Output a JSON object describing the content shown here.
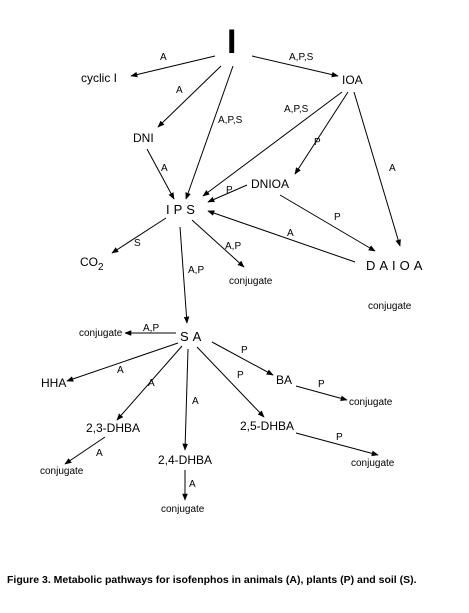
{
  "nodes": {
    "root": "I",
    "cyclic": "cyclic I",
    "ioa": "IOA",
    "dni": "DNI",
    "dnioa": "DNIOA",
    "ips": "IPS",
    "co2_main": "CO",
    "co2_sub": "2",
    "conj_ips": "conjugate",
    "daioa": "DAIOA",
    "conj_daioa": "conjugate",
    "sa": "SA",
    "conj_sa": "conjugate",
    "hha": "HHA",
    "dhba23": "2,3-DHBA",
    "dhba24": "2,4-DHBA",
    "dhba25": "2,5-DHBA",
    "ba": "BA",
    "conj_23": "conjugate",
    "conj_24": "conjugate",
    "conj_25": "conjugate",
    "conj_ba": "conjugate"
  },
  "edge_labels": {
    "i_cyclic": "A",
    "i_ioa": "A,P,S",
    "i_dni": "A",
    "i_ips": "A,P,S",
    "ioa_ips": "A,P,S",
    "ioa_dnioa": "P",
    "ioa_daioa": "A",
    "dni_ips": "A",
    "dnioa_ips": "P",
    "dnioa_daioa": "P",
    "daioa_ips": "A",
    "ips_co2": "S",
    "ips_conj": "A,P",
    "ips_sa": "A,P",
    "sa_conj": "A,P",
    "sa_hha": "A",
    "sa_23": "A",
    "sa_24": "A",
    "sa_25": "P",
    "sa_ba": "P",
    "ba_conj": "P",
    "dhba23_conj": "A",
    "dhba24_conj": "A",
    "dhba25_conj": "P"
  },
  "caption": "Figure 3.  Metabolic pathways for isofenphos in animals (A), plants (P) and soil (S)."
}
